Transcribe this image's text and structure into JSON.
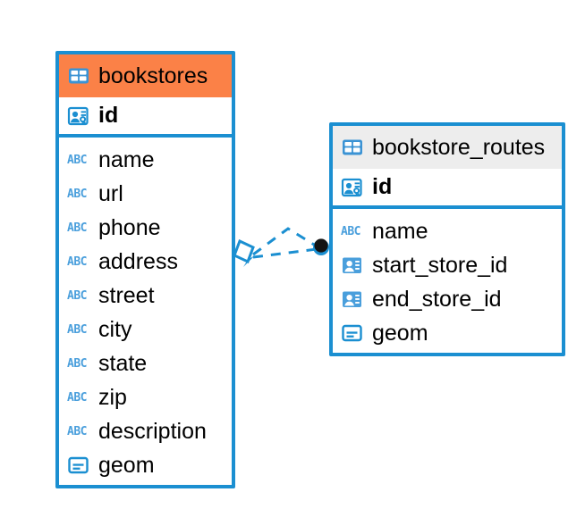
{
  "diagram": {
    "type": "entity-relationship-diagram",
    "colors": {
      "border_blue": "#1b8fd1",
      "header_orange": "#fb8147",
      "header_grey": "#ededed",
      "icon_blue": "#4a9fdc",
      "text_black": "#000000",
      "connector_blue": "#1b8fd1",
      "connector_endpoint_dark": "#111111"
    },
    "tables": [
      {
        "name": "bookstores",
        "header_icon": "table-icon",
        "header_style": "orange",
        "primary_key": {
          "label": "id",
          "icon": "primary-key-icon"
        },
        "columns": [
          {
            "label": "name",
            "icon": "abc-text-icon",
            "icon_text": "ABC"
          },
          {
            "label": "url",
            "icon": "abc-text-icon",
            "icon_text": "ABC"
          },
          {
            "label": "phone",
            "icon": "abc-text-icon",
            "icon_text": "ABC"
          },
          {
            "label": "address",
            "icon": "abc-text-icon",
            "icon_text": "ABC"
          },
          {
            "label": "street",
            "icon": "abc-text-icon",
            "icon_text": "ABC"
          },
          {
            "label": "city",
            "icon": "abc-text-icon",
            "icon_text": "ABC"
          },
          {
            "label": "state",
            "icon": "abc-text-icon",
            "icon_text": "ABC"
          },
          {
            "label": "zip",
            "icon": "abc-text-icon",
            "icon_text": "ABC"
          },
          {
            "label": "description",
            "icon": "abc-text-icon",
            "icon_text": "ABC"
          },
          {
            "label": "geom",
            "icon": "geometry-icon",
            "icon_text": ""
          }
        ]
      },
      {
        "name": "bookstore_routes",
        "header_icon": "table-icon",
        "header_style": "grey",
        "primary_key": {
          "label": "id",
          "icon": "primary-key-icon"
        },
        "columns": [
          {
            "label": "name",
            "icon": "abc-text-icon",
            "icon_text": "ABC"
          },
          {
            "label": "start_store_id",
            "icon": "foreign-key-icon",
            "icon_text": ""
          },
          {
            "label": "end_store_id",
            "icon": "foreign-key-icon",
            "icon_text": ""
          },
          {
            "label": "geom",
            "icon": "geometry-icon",
            "icon_text": ""
          }
        ]
      }
    ],
    "relationship": {
      "name": "bookstores-to-bookstore-routes",
      "style": "dashed",
      "left_endpoint": "diamond-aggregation-marker",
      "right_endpoint": "filled-circle-marker"
    }
  }
}
